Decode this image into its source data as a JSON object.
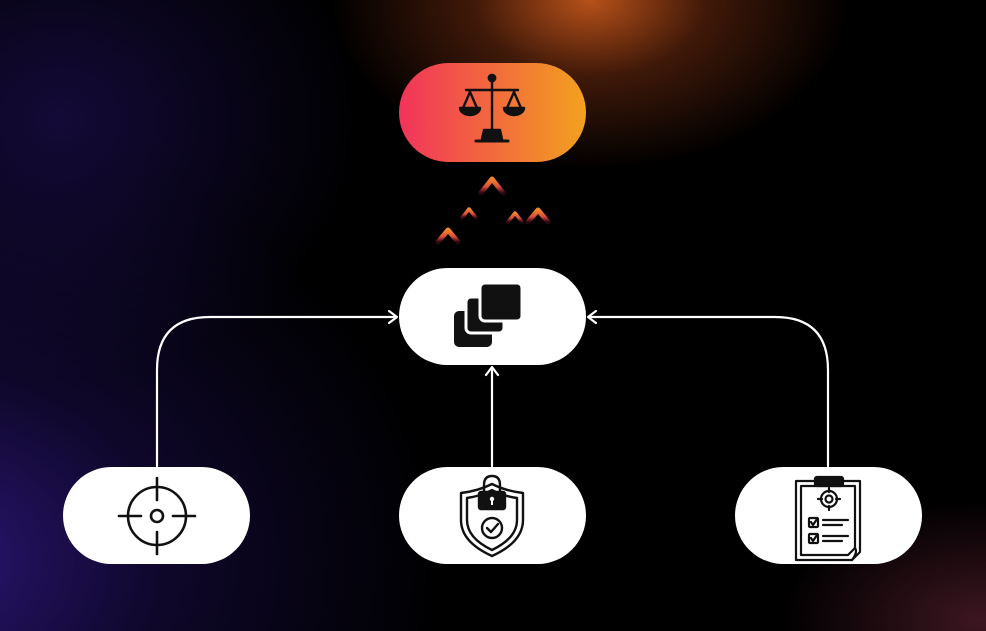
{
  "diagram": {
    "nodes": [
      {
        "id": "top",
        "icon": "scales-of-justice-icon",
        "style": "gradient"
      },
      {
        "id": "center",
        "icon": "stacked-layers-icon",
        "style": "white"
      },
      {
        "id": "left",
        "icon": "crosshair-target-icon",
        "style": "white"
      },
      {
        "id": "middle",
        "icon": "security-shield-lock-icon",
        "style": "white"
      },
      {
        "id": "right",
        "icon": "clipboard-checklist-icon",
        "style": "white"
      }
    ],
    "edges": [
      {
        "from": "left",
        "to": "center"
      },
      {
        "from": "middle",
        "to": "center"
      },
      {
        "from": "right",
        "to": "center"
      },
      {
        "from": "center",
        "to": "top",
        "style": "rising-gradient-arrows"
      }
    ]
  },
  "colors": {
    "gradient_start": "#f2335a",
    "gradient_end": "#f2a11f",
    "node_fill": "#ffffff",
    "connector": "#ffffff",
    "icon": "#111111"
  }
}
